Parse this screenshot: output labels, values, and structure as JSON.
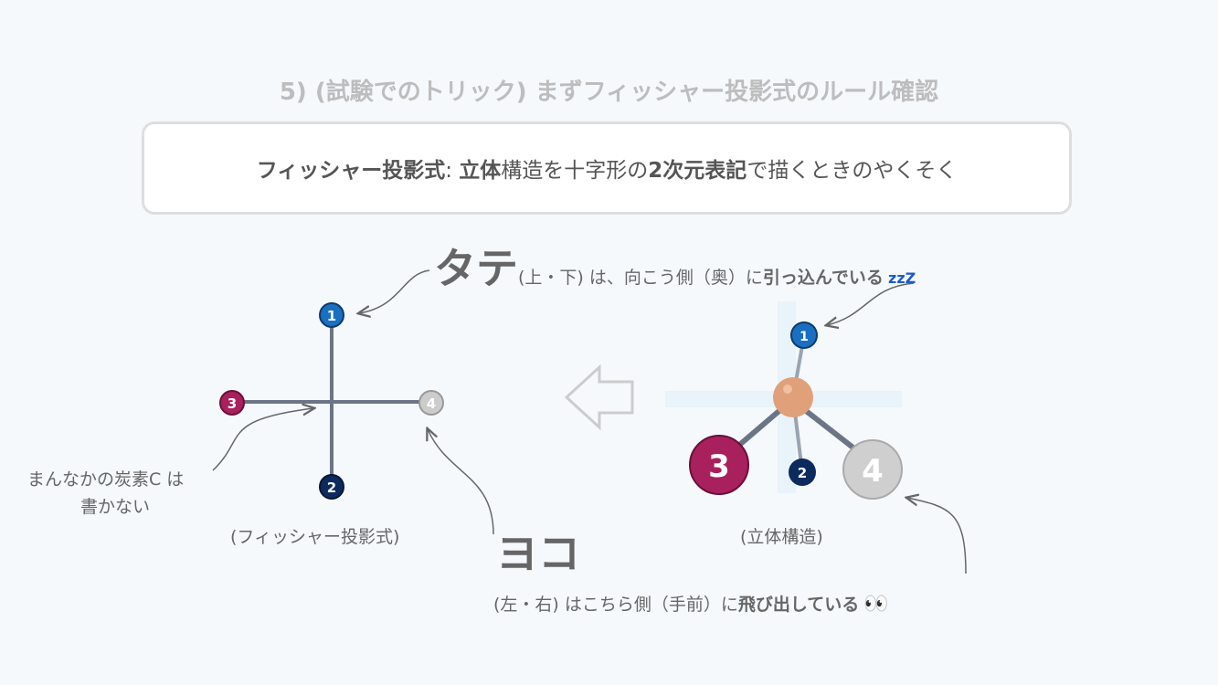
{
  "title": "5) (試験でのトリック) まずフィッシャー投影式のルール確認",
  "definition": {
    "term": "フィッシャー投影式",
    "colon": ": ",
    "b1": "立体",
    "t1": "構造を十字形の",
    "b2": "2次元表記",
    "t2": "で描くときのやくそく"
  },
  "vertical": {
    "big": "タテ",
    "text": "(上・下) は、向こう側（奥）に",
    "bold": "引っ込んでいる",
    "icon": "zzZ"
  },
  "horizontal": {
    "big": "ヨコ",
    "text": "(左・右) はこちら側（手前）に",
    "bold": "飛び出している",
    "icon": "👀"
  },
  "center_note": [
    "まんなかの炭素C は",
    "書かない"
  ],
  "fischer_label": "(フィッシャー投影式)",
  "stereo_label": "(立体構造)",
  "atoms": [
    {
      "n": "1",
      "color": "#1a6fc0"
    },
    {
      "n": "2",
      "color": "#0d2a5e"
    },
    {
      "n": "3",
      "color": "#a8205e"
    },
    {
      "n": "4",
      "color": "#cccccc"
    }
  ],
  "carbon_color": "#e0a07a"
}
